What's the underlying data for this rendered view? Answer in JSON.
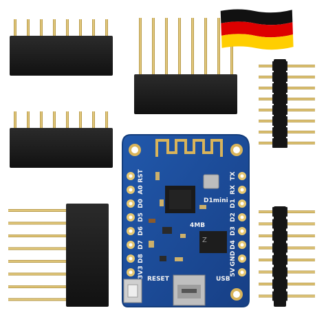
{
  "board": {
    "pins_left": [
      "RST",
      "A0",
      "D0",
      "D5",
      "D6",
      "D7",
      "D8",
      "3V3"
    ],
    "pins_right": [
      "TX",
      "RX",
      "D1",
      "D2",
      "D3",
      "D4",
      "GND",
      "5V"
    ],
    "model": "D1mini",
    "flash": "4MB",
    "reset_label": "RESET",
    "usb_label": "USB",
    "chip_mark": "Z"
  },
  "colors": {
    "pcb": "#1c4f9c",
    "pcb_edge": "#143d7c",
    "gold": "#d9b45a",
    "black_plastic": "#1a1a1a",
    "flag_black": "#111111",
    "flag_red": "#dd0000",
    "flag_gold": "#ffce00"
  },
  "icons": {
    "flag": "germany-flag-icon"
  }
}
